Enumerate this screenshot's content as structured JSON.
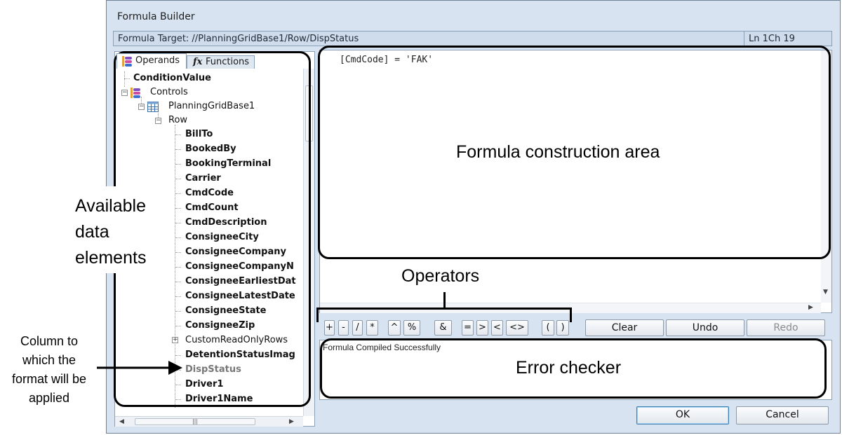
{
  "window": {
    "title": "Formula Builder",
    "formula_target": "Formula Target: //PlanningGridBase1/Row/DispStatus",
    "cursor_position": "Ln 1Ch 19"
  },
  "tabs": {
    "operands": "Operands",
    "functions": "Functions",
    "functions_icon_glyph": "fx"
  },
  "tree": {
    "condition_value": "ConditionValue",
    "controls": "Controls",
    "grid": "PlanningGridBase1",
    "row": "Row",
    "fields": [
      "BillTo",
      "BookedBy",
      "BookingTerminal",
      "Carrier",
      "CmdCode",
      "CmdCount",
      "CmdDescription",
      "ConsigneeCity",
      "ConsigneeCompany",
      "ConsigneeCompanyN",
      "ConsigneeEarliestDat",
      "ConsigneeLatestDate",
      "ConsigneeState",
      "ConsigneeZip",
      "CustomReadOnlyRows",
      "DetentionStatusImag",
      "DispStatus",
      "Driver1",
      "Driver1Name"
    ],
    "selected_field": "DispStatus",
    "expandable_field": "CustomReadOnlyRows"
  },
  "editor": {
    "formula": "[CmdCode] = 'FAK'"
  },
  "operators": [
    "+",
    "-",
    "/",
    "*",
    "^",
    "%",
    "&",
    "=",
    ">",
    "<",
    "<>",
    "(",
    ")"
  ],
  "actions": {
    "clear": "Clear",
    "undo": "Undo",
    "redo": "Redo",
    "ok": "OK",
    "cancel": "Cancel"
  },
  "status": {
    "message": "Formula Compiled Successfully"
  },
  "annotations": {
    "available": "Available data elements",
    "formula_area": "Formula construction area",
    "operators": "Operators",
    "error_checker": "Error checker",
    "column": "Column to which the format will be applied"
  },
  "colors": {
    "dialog_bg": "#d7e3f1",
    "border": "#8aa0b8",
    "callout": "#000000"
  }
}
